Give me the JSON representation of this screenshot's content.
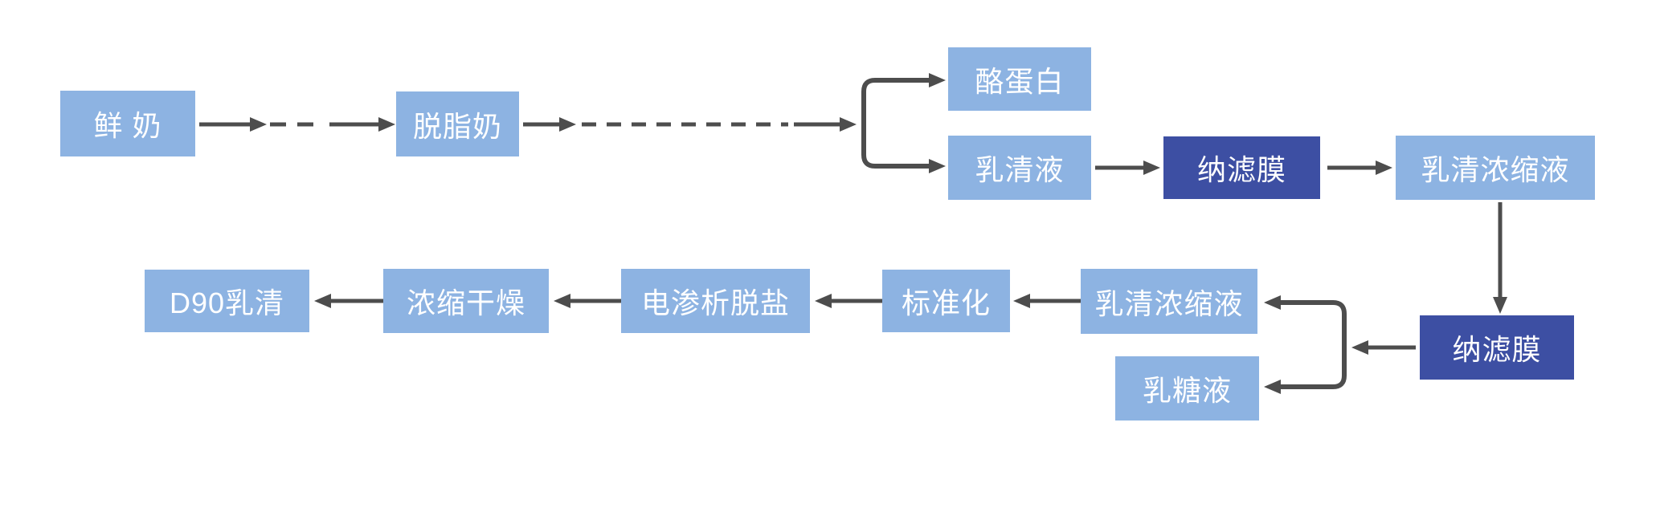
{
  "diagram": {
    "type": "flowchart",
    "description": "Milk / whey processing flow diagram",
    "colors": {
      "node_light": "#8DB3E2",
      "node_dark": "#3D4FA3",
      "connector": "#4D4D4D",
      "text": "#FFFFFF",
      "background": "#FFFFFF"
    },
    "nodes": {
      "fresh_milk": {
        "label": "鲜 奶",
        "style": "light"
      },
      "skim_milk": {
        "label": "脱脂奶",
        "style": "light"
      },
      "casein": {
        "label": "酪蛋白",
        "style": "light"
      },
      "whey_liquid": {
        "label": "乳清液",
        "style": "light"
      },
      "nf_membrane_1": {
        "label": "纳滤膜",
        "style": "dark"
      },
      "whey_concentrate_1": {
        "label": "乳清浓缩液",
        "style": "light"
      },
      "nf_membrane_2": {
        "label": "纳滤膜",
        "style": "dark"
      },
      "whey_concentrate_2": {
        "label": "乳清浓缩液",
        "style": "light"
      },
      "lactose_liquid": {
        "label": "乳糖液",
        "style": "light"
      },
      "standardization": {
        "label": "标准化",
        "style": "light"
      },
      "electrodialysis_desalting": {
        "label": "电渗析脱盐",
        "style": "light"
      },
      "concentrate_drying": {
        "label": "浓缩干燥",
        "style": "light"
      },
      "d90_whey": {
        "label": "D90乳清",
        "style": "light"
      }
    },
    "edges": [
      {
        "from": "fresh_milk",
        "to": "skim_milk",
        "line": "dashed"
      },
      {
        "from": "skim_milk",
        "to": "casein",
        "line": "dashed-branch"
      },
      {
        "from": "skim_milk",
        "to": "whey_liquid",
        "line": "dashed-branch"
      },
      {
        "from": "whey_liquid",
        "to": "nf_membrane_1",
        "line": "solid"
      },
      {
        "from": "nf_membrane_1",
        "to": "whey_concentrate_1",
        "line": "solid"
      },
      {
        "from": "whey_concentrate_1",
        "to": "nf_membrane_2",
        "line": "solid"
      },
      {
        "from": "nf_membrane_2",
        "to": "whey_concentrate_2",
        "line": "solid-branch"
      },
      {
        "from": "nf_membrane_2",
        "to": "lactose_liquid",
        "line": "solid-branch"
      },
      {
        "from": "whey_concentrate_2",
        "to": "standardization",
        "line": "solid"
      },
      {
        "from": "standardization",
        "to": "electrodialysis_desalting",
        "line": "solid"
      },
      {
        "from": "electrodialysis_desalting",
        "to": "concentrate_drying",
        "line": "solid"
      },
      {
        "from": "concentrate_drying",
        "to": "d90_whey",
        "line": "solid"
      }
    ]
  }
}
